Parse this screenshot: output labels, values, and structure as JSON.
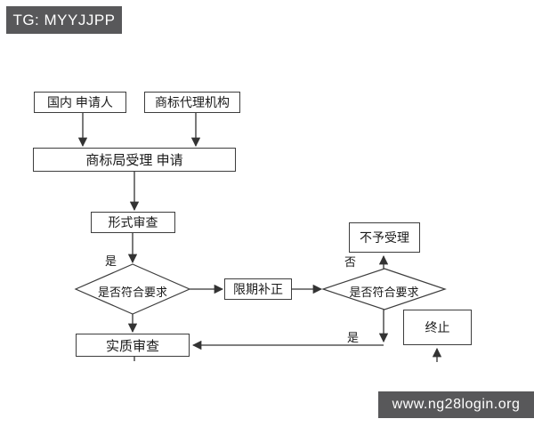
{
  "page": {
    "background": "#ffffff"
  },
  "badges": {
    "top_left": {
      "label": "TG: MYYJJPP",
      "bg": "#58585a",
      "color": "#ffffff"
    },
    "bottom_right": {
      "label": "www.ng28login.org",
      "bg": "#58585a",
      "color": "#ffffff"
    }
  },
  "flowchart": {
    "line_color": "#333333",
    "box_border_color": "#3d3d3d",
    "box_fill": "#ffffff",
    "text_color": "#1a1a1a",
    "nodes": {
      "domestic_applicant": {
        "label": "国内 申请人"
      },
      "trademark_agency": {
        "label": "商标代理机构"
      },
      "office_accept": {
        "label": "商标局受理 申请"
      },
      "formal_exam": {
        "label": "形式审查"
      },
      "decision_first": {
        "label": "是否符合要求"
      },
      "correction": {
        "label": "限期补正"
      },
      "decision_second": {
        "label": "是否符合要求"
      },
      "not_accepted": {
        "label": "不予受理"
      },
      "substantive_exam": {
        "label": "实质审查"
      },
      "terminate": {
        "label": "终止"
      }
    },
    "edge_labels": {
      "first_decision_yes": "是",
      "second_decision_no": "否",
      "second_decision_yes": "是"
    }
  }
}
